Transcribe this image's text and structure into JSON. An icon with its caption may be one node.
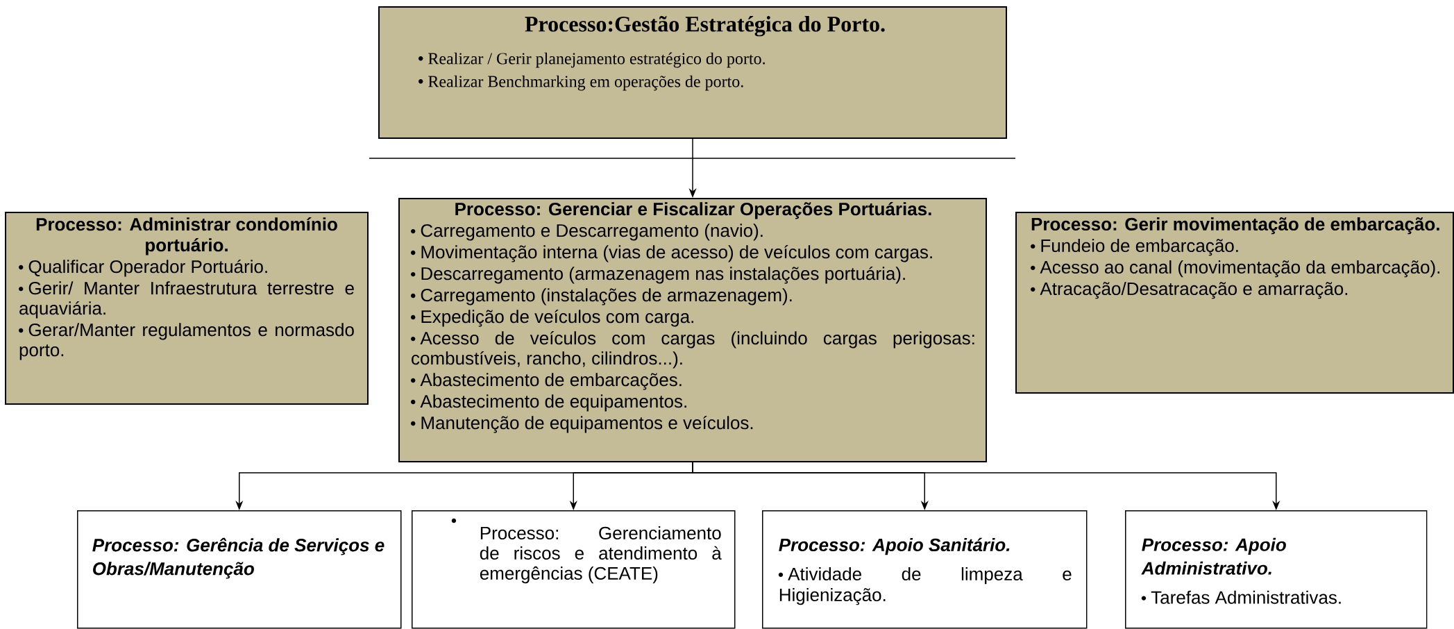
{
  "diagram": {
    "nodes": [
      {
        "text": [
          "Processo:Gestão Estratégica do Porto.",
          "Realizar / Gerir planejamento estratégico do porto.",
          "Realizar Benchmarking em operações de porto."
        ]
      },
      {
        "text": [
          "Processo: Administrar condomínio portuário.",
          "Qualificar Operador Portuário.",
          "Gerir/ Manter Infraestrutura terrestre e aquaviária.",
          "Gerar/Manter regulamentos e normasdo porto."
        ]
      },
      {
        "text": [
          "Processo: Gerenciar e Fiscalizar Operações Portuárias.",
          "Carregamento e Descarregamento (navio).",
          "Movimentação interna (vias de acesso) de veículos com cargas.",
          "Descarregamento (armazenagem nas instalações portuária).",
          "Carregamento (instalações de armazenagem).",
          "Expedição de veículos com carga.",
          "Acesso de veículos com cargas (incluindo cargas perigosas: combustíveis, rancho, cilindros...).",
          "Abastecimento de embarcações.",
          "Abastecimento de equipamentos.",
          "Manutenção de equipamentos e veículos."
        ]
      },
      {
        "text": [
          "Processo: Gerir movimentação de embarcação.",
          "Fundeio de embarcação.",
          "Acesso ao canal (movimentação da embarcação).",
          "Atracação/Desatracação e amarração."
        ]
      },
      {
        "text": [
          "Processo: Gerência de Serviços e Obras/Manutenção"
        ]
      },
      {
        "text": [
          "Processo: Gerenciamento de riscos e atendimento à emergências (CEATE)"
        ]
      },
      {
        "text": [
          "Processo: Apoio Sanitário.",
          "Atividade de limpeza e Higienização."
        ]
      },
      {
        "text": [
          "Processo: Apoio Administrativo.",
          "Tarefas Administrativas."
        ]
      }
    ],
    "edges": [
      {
        "from": 0,
        "to": 2,
        "arrow": "to"
      },
      {
        "from": 2,
        "to": 4,
        "arrow": "to"
      },
      {
        "from": 2,
        "to": 5,
        "arrow": "to"
      },
      {
        "from": 2,
        "to": 6,
        "arrow": "to"
      },
      {
        "from": 2,
        "to": 7,
        "arrow": "to"
      }
    ]
  }
}
